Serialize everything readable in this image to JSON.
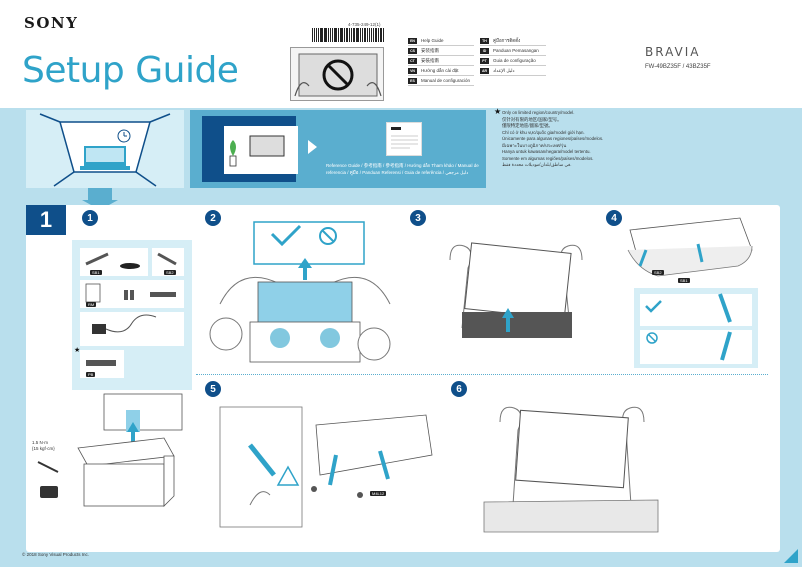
{
  "header": {
    "brand": "SONY",
    "title": "Setup Guide",
    "doc_number": "4-735-249-12(1)",
    "product_line": "BRAVIA",
    "models": "FW-49BZ35F / 43BZ35F"
  },
  "languages_left": [
    {
      "code": "EN",
      "label": "Help Guide"
    },
    {
      "code": "CS",
      "label": "安装指南"
    },
    {
      "code": "CT",
      "label": "安裝指南"
    },
    {
      "code": "VN",
      "label": "Hướng dẫn cài đặt"
    },
    {
      "code": "ES",
      "label": "Manual de configuración"
    }
  ],
  "languages_right": [
    {
      "code": "TH",
      "label": "คู่มือการติดตั้ง"
    },
    {
      "code": "ID",
      "label": "Panduan Pemasangan"
    },
    {
      "code": "PT",
      "label": "Guia de configuração"
    },
    {
      "code": "AR",
      "label": "دليل الإعداد"
    }
  ],
  "reference_text": "Reference Guide / 参考指南 / 參考指南 / Hướng dẫn Tham khảo / Manual de referencia / คู่มือ / Panduan Referensi / Guia de referência / دليل مرجعي",
  "availability_note": [
    "Only on limited region/country/model.",
    "仅针对有限的地区/国家/型号。",
    "僅限特定地區/國家/型號。",
    "Chỉ có ở khu vực/quốc gia/model giới hạn.",
    "Únicamente para algunas regiones/países/modelos.",
    "มีเฉพาะในบางภูมิภาค/ประเทศ/รุ่น",
    "Hanya untuk kawasan/negara/model tertentu.",
    "Somente em algumas regiões/países/modelos.",
    "في مناطق/بلدان/موديلات محددة فقط."
  ],
  "step": {
    "number": "1",
    "substeps": [
      "1",
      "2",
      "3",
      "4",
      "5",
      "6"
    ]
  },
  "parts": {
    "sb1": "SB1",
    "sb2": "SB2",
    "rm": "RM",
    "pb": "PB",
    "star": "★"
  },
  "stand_labels": {
    "sb2": "SB2",
    "sb1": "SB1",
    "screw": "M4L12"
  },
  "tools_note": [
    "1.5 N·m",
    "{15 kgf·cm}"
  ],
  "footer": {
    "copyright": "© 2018 Sony Visual Products Inc."
  },
  "colors": {
    "accent": "#2fa3c9",
    "navy": "#0f4f8a",
    "band": "#b9dfed",
    "panel_light": "#d6eef6",
    "panel_mid": "#5aaecf"
  }
}
